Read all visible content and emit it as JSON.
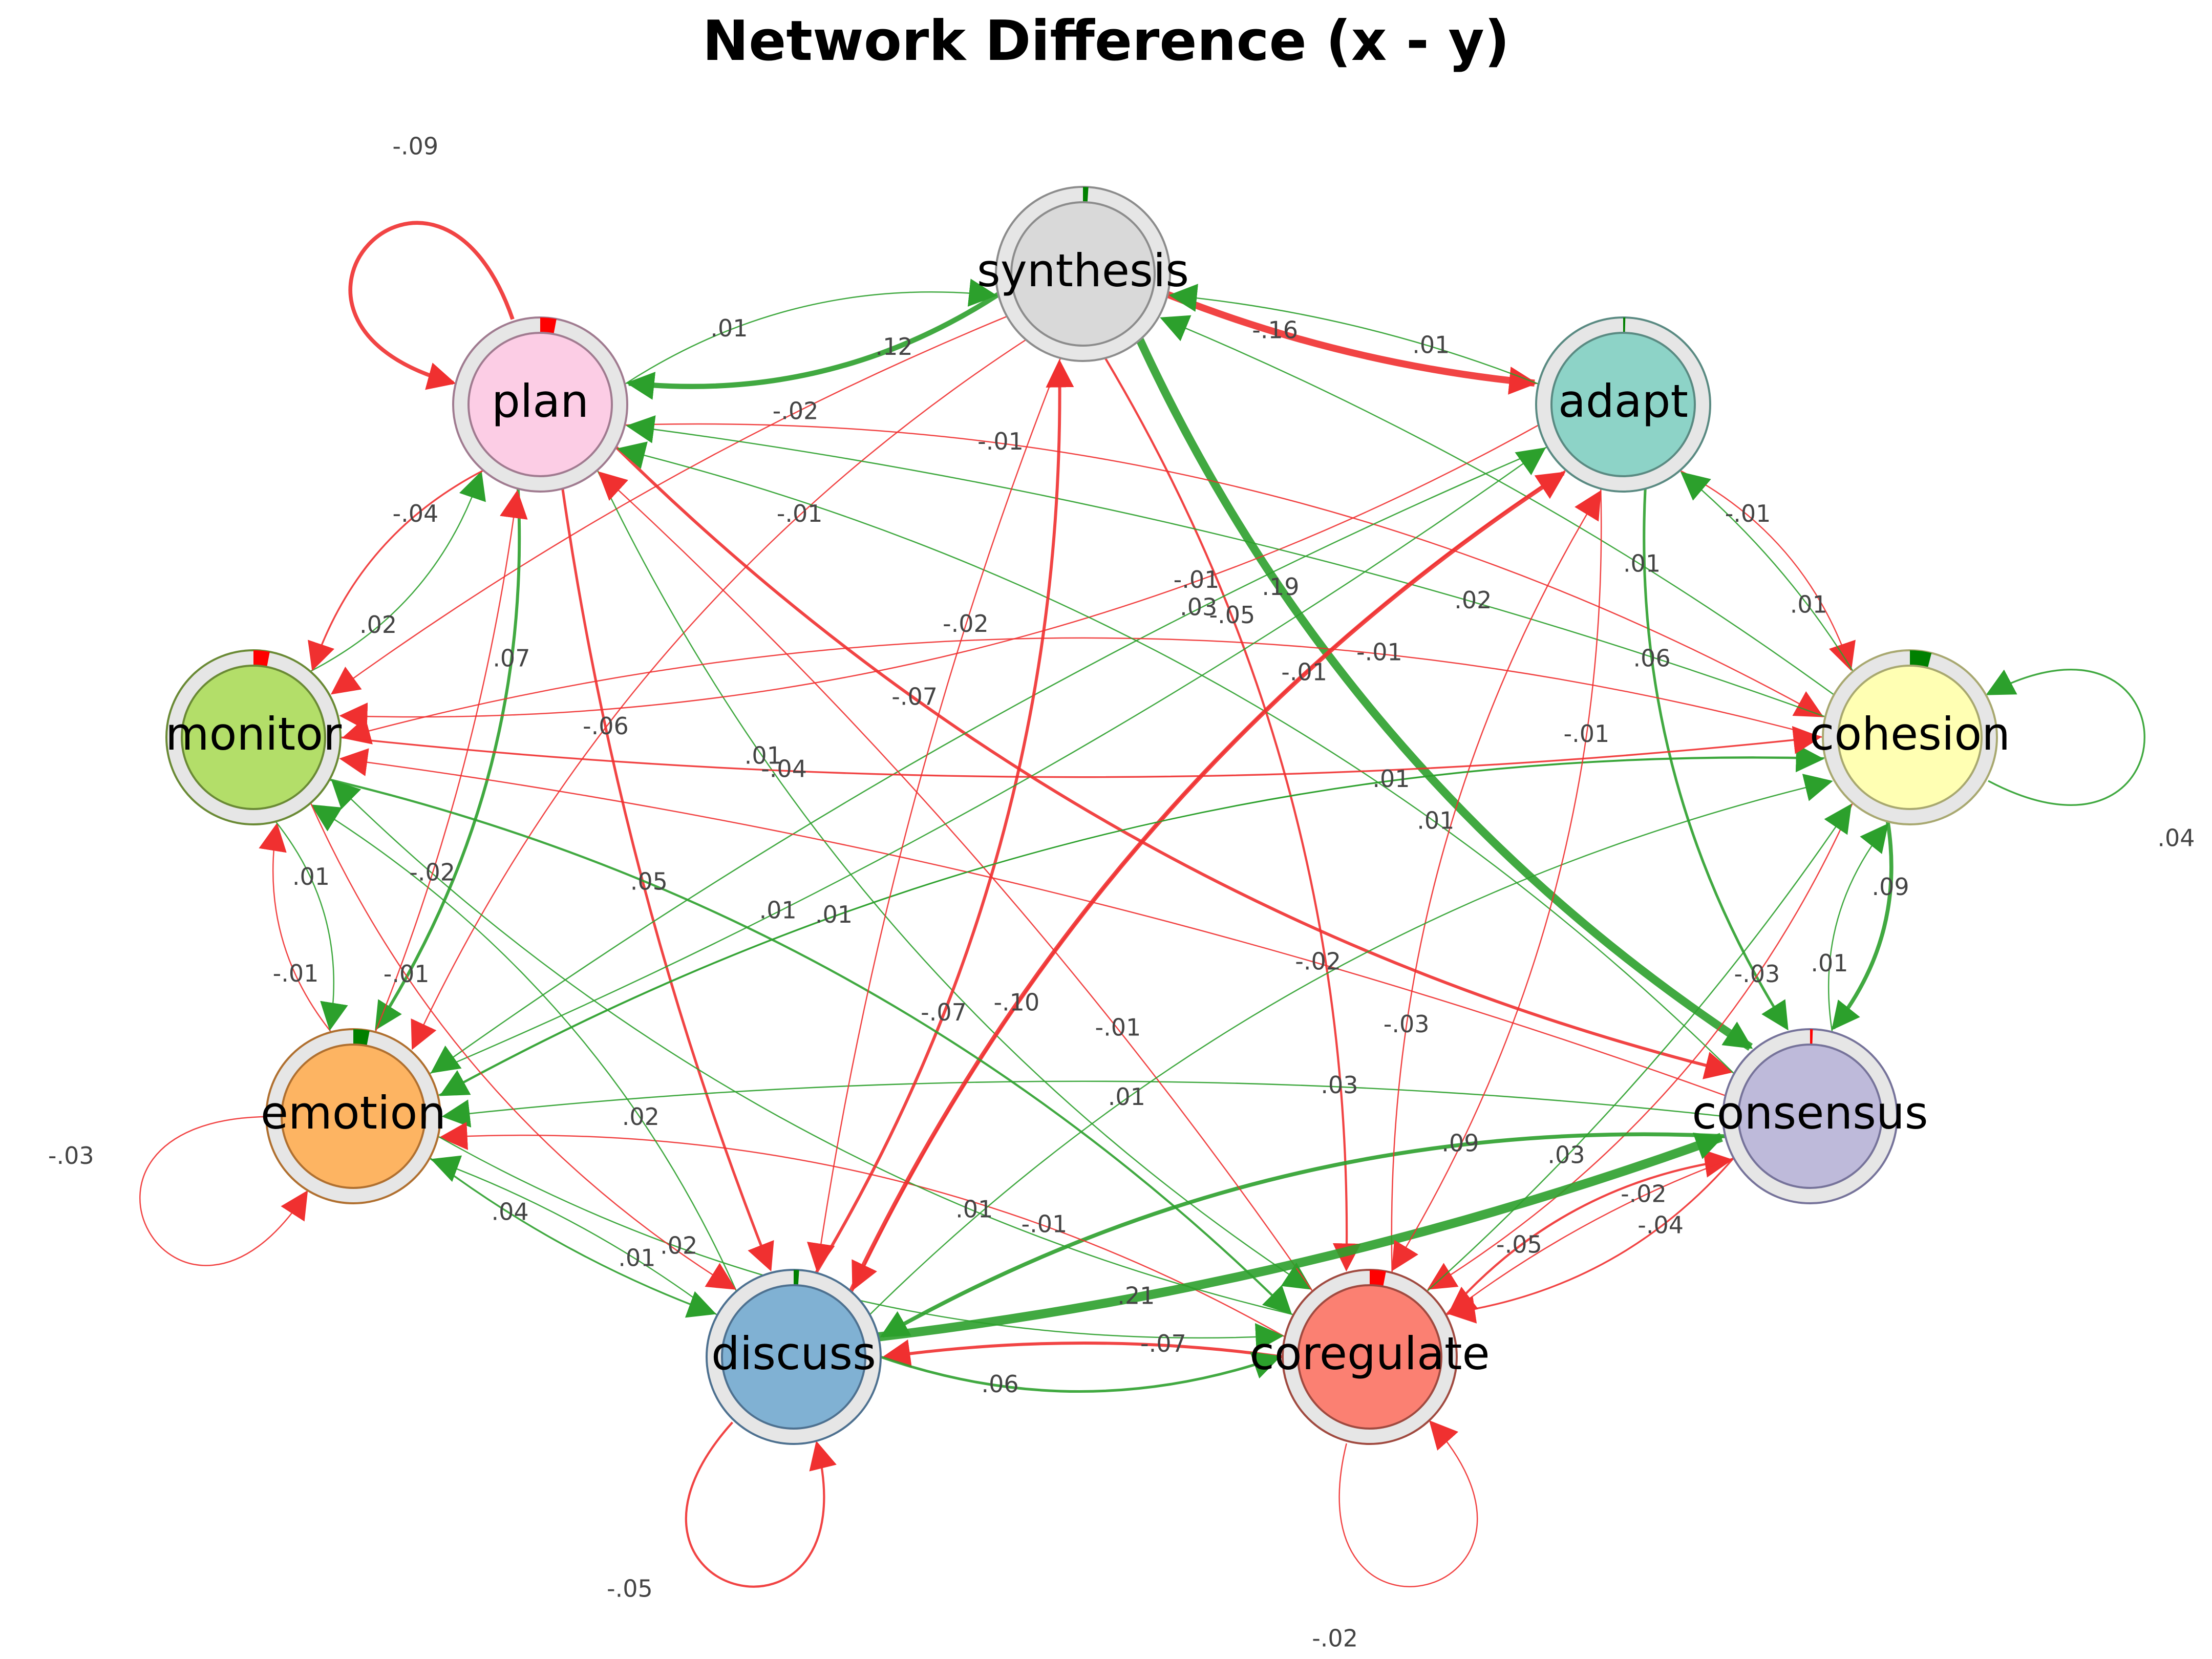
{
  "title": "Network Difference (x - y)",
  "colors": {
    "positive": "#2ca02c",
    "negative": "#f03030",
    "ring": "#e6e6e6"
  },
  "nodes": [
    {
      "id": "synthesis",
      "label": "synthesis",
      "fill": "#d9d9d9",
      "stroke": "#8c8c8c",
      "pie": 0.01,
      "pie_sign": "positive"
    },
    {
      "id": "adapt",
      "label": "adapt",
      "fill": "#8dd3c7",
      "stroke": "#5a8a82",
      "pie": 0.002,
      "pie_sign": "positive"
    },
    {
      "id": "cohesion",
      "label": "cohesion",
      "fill": "#ffffb3",
      "stroke": "#a8a870",
      "pie": 0.04,
      "pie_sign": "positive"
    },
    {
      "id": "consensus",
      "label": "consensus",
      "fill": "#bebada",
      "stroke": "#76739a",
      "pie": 0.005,
      "pie_sign": "negative"
    },
    {
      "id": "coregulate",
      "label": "coregulate",
      "fill": "#fb8072",
      "stroke": "#a04a40",
      "pie": 0.03,
      "pie_sign": "negative"
    },
    {
      "id": "discuss",
      "label": "discuss",
      "fill": "#80b1d3",
      "stroke": "#4e7190",
      "pie": 0.01,
      "pie_sign": "positive"
    },
    {
      "id": "emotion",
      "label": "emotion",
      "fill": "#fdb462",
      "stroke": "#b07030",
      "pie": 0.03,
      "pie_sign": "positive"
    },
    {
      "id": "monitor",
      "label": "monitor",
      "fill": "#b3de69",
      "stroke": "#6a8a35",
      "pie": 0.03,
      "pie_sign": "negative"
    },
    {
      "id": "plan",
      "label": "plan",
      "fill": "#fccde5",
      "stroke": "#a07b90",
      "pie": 0.03,
      "pie_sign": "negative"
    }
  ],
  "edges": [
    {
      "from": "synthesis",
      "to": "plan",
      "w": 0.12,
      "label": ".12"
    },
    {
      "from": "synthesis",
      "to": "adapt",
      "w": -0.16,
      "label": "-.16"
    },
    {
      "from": "synthesis",
      "to": "consensus",
      "w": 0.19,
      "label": ".19"
    },
    {
      "from": "synthesis",
      "to": "coregulate",
      "w": -0.05,
      "label": "-.05"
    },
    {
      "from": "synthesis",
      "to": "monitor",
      "w": -0.02,
      "label": "-.02"
    },
    {
      "from": "synthesis",
      "to": "emotion",
      "w": -0.01,
      "label": "-.01"
    },
    {
      "from": "plan",
      "to": "synthesis",
      "w": 0.01,
      "label": ".01"
    },
    {
      "from": "plan",
      "to": "plan",
      "w": -0.09,
      "label": "-.09"
    },
    {
      "from": "plan",
      "to": "consensus",
      "w": -0.07,
      "label": "-.07"
    },
    {
      "from": "plan",
      "to": "emotion",
      "w": 0.07,
      "label": ".07"
    },
    {
      "from": "plan",
      "to": "discuss",
      "w": -0.06,
      "label": "-.06"
    },
    {
      "from": "plan",
      "to": "coregulate",
      "w": 0.01,
      "label": ".01"
    },
    {
      "from": "plan",
      "to": "cohesion",
      "w": -0.01,
      "label": "-.01"
    },
    {
      "from": "adapt",
      "to": "synthesis",
      "w": 0.01,
      "label": ".01"
    },
    {
      "from": "adapt",
      "to": "consensus",
      "w": 0.06,
      "label": ".06"
    },
    {
      "from": "adapt",
      "to": "cohesion",
      "w": -0.01,
      "label": "-.01"
    },
    {
      "from": "adapt",
      "to": "emotion",
      "w": 0.03,
      "label": ".03"
    },
    {
      "from": "adapt",
      "to": "discuss",
      "w": -0.01,
      "label": "-.01"
    },
    {
      "from": "adapt",
      "to": "monitor",
      "w": -0.01,
      "label": "-.01"
    },
    {
      "from": "cohesion",
      "to": "adapt",
      "w": 0.01,
      "label": ".01"
    },
    {
      "from": "cohesion",
      "to": "cohesion",
      "w": 0.04,
      "label": ".04"
    },
    {
      "from": "cohesion",
      "to": "consensus",
      "w": 0.09,
      "label": ".09"
    },
    {
      "from": "cohesion",
      "to": "plan",
      "w": 0.02,
      "label": ".02"
    },
    {
      "from": "cohesion",
      "to": "monitor",
      "w": -0.01,
      "label": "-.01"
    },
    {
      "from": "cohesion",
      "to": "coregulate",
      "w": -0.03,
      "label": "-.03"
    },
    {
      "from": "cohesion",
      "to": "synthesis",
      "w": 0.01,
      "label": ".01"
    },
    {
      "from": "cohesion",
      "to": "emotion",
      "w": 0.01,
      "label": ".01"
    },
    {
      "from": "consensus",
      "to": "cohesion",
      "w": 0.01,
      "label": ".01"
    },
    {
      "from": "consensus",
      "to": "emotion",
      "w": 0.03,
      "label": ".03"
    },
    {
      "from": "consensus",
      "to": "discuss",
      "w": 0.09,
      "label": ".09"
    },
    {
      "from": "consensus",
      "to": "coregulate",
      "w": -0.04,
      "label": "-.04"
    },
    {
      "from": "consensus",
      "to": "monitor",
      "w": -0.02,
      "label": "-.02"
    },
    {
      "from": "consensus",
      "to": "plan",
      "w": 0.01,
      "label": ".01"
    },
    {
      "from": "coregulate",
      "to": "consensus",
      "w": -0.05,
      "label": "-.05"
    },
    {
      "from": "coregulate",
      "to": "discuss",
      "w": -0.07,
      "label": "-.07"
    },
    {
      "from": "coregulate",
      "to": "coregulate",
      "w": -0.02,
      "label": "-.02"
    },
    {
      "from": "coregulate",
      "to": "adapt",
      "w": -0.03,
      "label": "-.03"
    },
    {
      "from": "coregulate",
      "to": "cohesion",
      "w": 0.03,
      "label": ".03"
    },
    {
      "from": "coregulate",
      "to": "emotion",
      "w": -0.01,
      "label": "-.01"
    },
    {
      "from": "coregulate",
      "to": "monitor",
      "w": 0.01,
      "label": ".01"
    },
    {
      "from": "coregulate",
      "to": "plan",
      "w": -0.01,
      "label": "-.01"
    },
    {
      "from": "discuss",
      "to": "synthesis",
      "w": -0.07,
      "label": "-.07"
    },
    {
      "from": "discuss",
      "to": "adapt",
      "w": -0.1,
      "label": "-.10"
    },
    {
      "from": "discuss",
      "to": "consensus",
      "w": 0.21,
      "label": ".21"
    },
    {
      "from": "discuss",
      "to": "coregulate",
      "w": 0.06,
      "label": ".06"
    },
    {
      "from": "discuss",
      "to": "discuss",
      "w": -0.05,
      "label": "-.05"
    },
    {
      "from": "discuss",
      "to": "emotion",
      "w": 0.01,
      "label": ".01"
    },
    {
      "from": "discuss",
      "to": "monitor",
      "w": 0.02,
      "label": ".02"
    },
    {
      "from": "discuss",
      "to": "cohesion",
      "w": 0.01,
      "label": ".01"
    },
    {
      "from": "emotion",
      "to": "discuss",
      "w": 0.04,
      "label": ".04"
    },
    {
      "from": "emotion",
      "to": "emotion",
      "w": -0.03,
      "label": "-.03"
    },
    {
      "from": "emotion",
      "to": "monitor",
      "w": -0.01,
      "label": "-.01"
    },
    {
      "from": "emotion",
      "to": "plan",
      "w": -0.02,
      "label": "-.02"
    },
    {
      "from": "emotion",
      "to": "coregulate",
      "w": 0.02,
      "label": ".02"
    },
    {
      "from": "emotion",
      "to": "cohesion",
      "w": 0.01,
      "label": ".01"
    },
    {
      "from": "emotion",
      "to": "adapt",
      "w": 0.01,
      "label": ".01"
    },
    {
      "from": "monitor",
      "to": "plan",
      "w": 0.02,
      "label": ".02"
    },
    {
      "from": "monitor",
      "to": "emotion",
      "w": 0.01,
      "label": ".01"
    },
    {
      "from": "monitor",
      "to": "cohesion",
      "w": -0.04,
      "label": "-.04"
    },
    {
      "from": "monitor",
      "to": "discuss",
      "w": -0.01,
      "label": "-.01"
    },
    {
      "from": "monitor",
      "to": "coregulate",
      "w": 0.05,
      "label": ".05"
    },
    {
      "from": "synthesis",
      "to": "discuss",
      "w": -0.02,
      "label": "-.02"
    },
    {
      "from": "plan",
      "to": "monitor",
      "w": -0.04,
      "label": "-.04"
    },
    {
      "from": "adapt",
      "to": "coregulate",
      "w": -0.01,
      "label": "-.01"
    },
    {
      "from": "consensus",
      "to": "coregulate",
      "w": -0.02,
      "label": "-.02"
    }
  ]
}
